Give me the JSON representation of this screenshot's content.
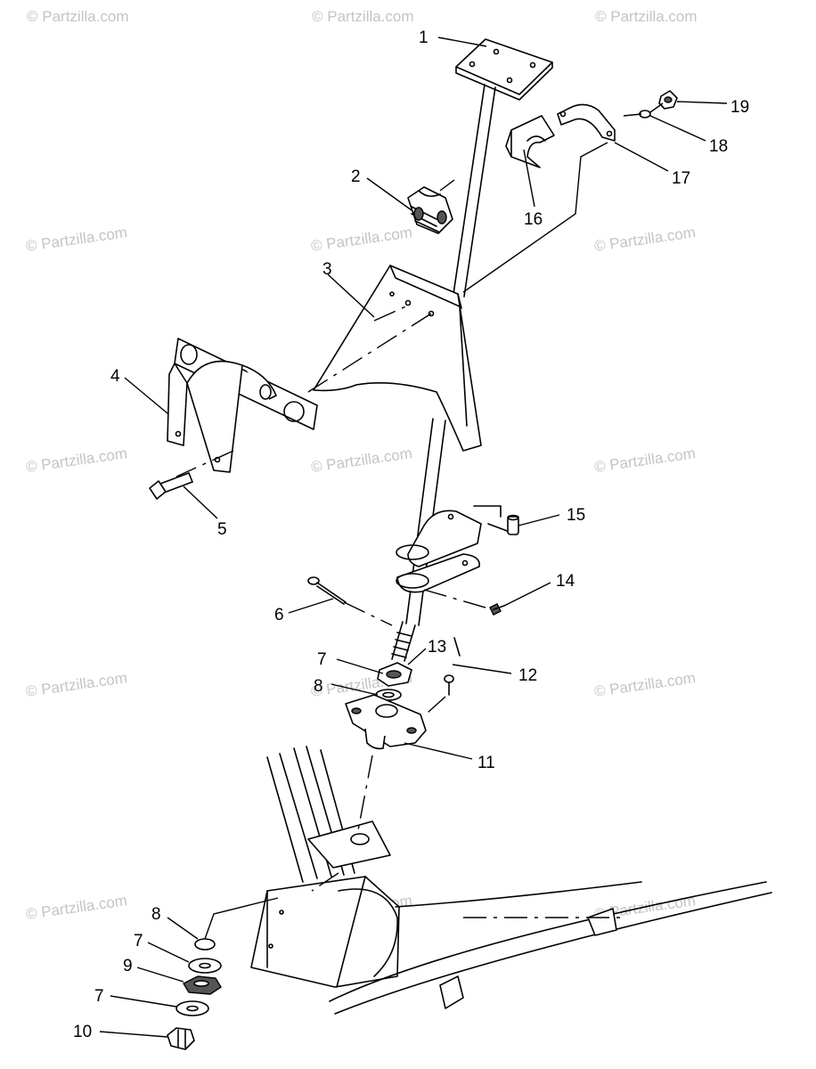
{
  "watermark": "© Partzilla.com",
  "callouts": [
    {
      "id": "1",
      "label": "1"
    },
    {
      "id": "2",
      "label": "2"
    },
    {
      "id": "3",
      "label": "3"
    },
    {
      "id": "4",
      "label": "4"
    },
    {
      "id": "5",
      "label": "5"
    },
    {
      "id": "6",
      "label": "6"
    },
    {
      "id": "7a",
      "label": "7"
    },
    {
      "id": "8a",
      "label": "8"
    },
    {
      "id": "11",
      "label": "11"
    },
    {
      "id": "12",
      "label": "12"
    },
    {
      "id": "13",
      "label": "13"
    },
    {
      "id": "14",
      "label": "14"
    },
    {
      "id": "15",
      "label": "15"
    },
    {
      "id": "16",
      "label": "16"
    },
    {
      "id": "17",
      "label": "17"
    },
    {
      "id": "18",
      "label": "18"
    },
    {
      "id": "19",
      "label": "19"
    },
    {
      "id": "8b",
      "label": "8"
    },
    {
      "id": "7b",
      "label": "7"
    },
    {
      "id": "9",
      "label": "9"
    },
    {
      "id": "7c",
      "label": "7"
    },
    {
      "id": "10",
      "label": "10"
    }
  ]
}
